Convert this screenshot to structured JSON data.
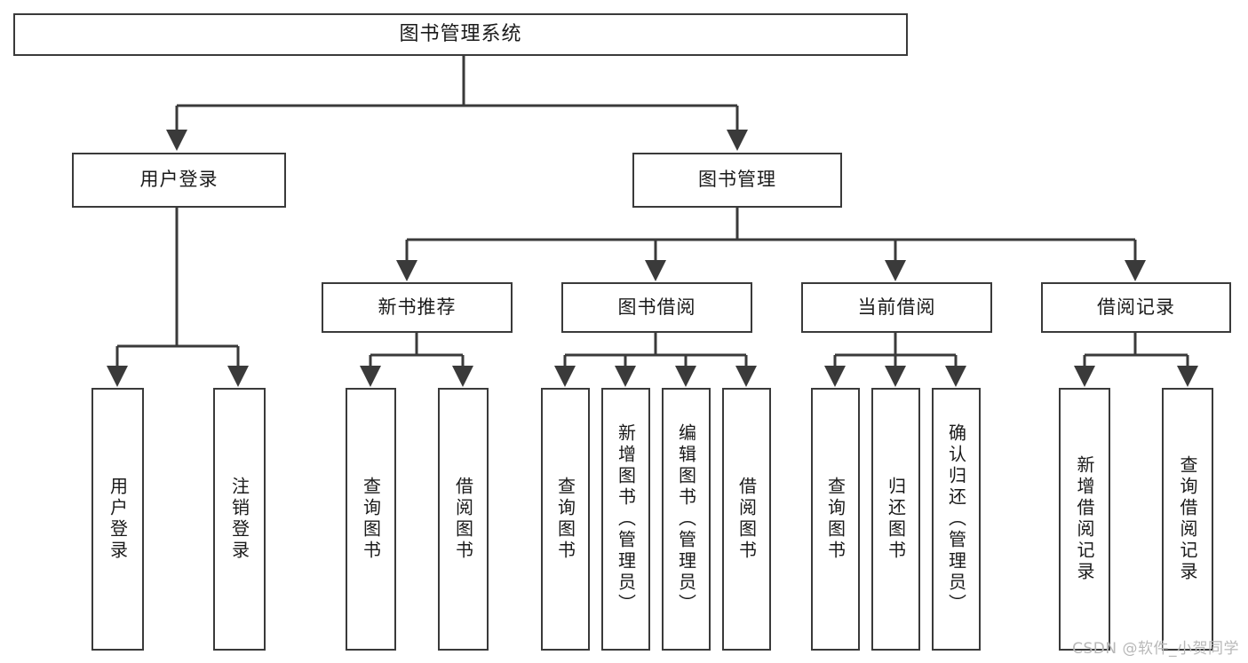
{
  "diagram": {
    "title": "图书管理系统",
    "watermark": "CSDN @软件_小贺同学",
    "colors": {
      "background": "#ffffff",
      "node_fill": "#ffffff",
      "node_stroke": "#3a3a3a",
      "edge_stroke": "#3a3a3a",
      "text": "#1a1a1a",
      "watermark": "#b8b8b8"
    },
    "root": {
      "label": "图书管理系统"
    },
    "level2": [
      {
        "label": "用户登录"
      },
      {
        "label": "图书管理"
      }
    ],
    "level3": [
      {
        "label": "新书推荐"
      },
      {
        "label": "图书借阅"
      },
      {
        "label": "当前借阅"
      },
      {
        "label": "借阅记录"
      }
    ],
    "leaves": {
      "user_login": [
        {
          "label": "用户登录"
        },
        {
          "label": "注销登录"
        }
      ],
      "new_book_recommend": [
        {
          "label": "查询图书"
        },
        {
          "label": "借阅图书"
        }
      ],
      "book_borrow": [
        {
          "label": "查询图书"
        },
        {
          "label": "新增图书（管理员）"
        },
        {
          "label": "编辑图书（管理员）"
        },
        {
          "label": "借阅图书"
        }
      ],
      "current_borrow": [
        {
          "label": "查询图书"
        },
        {
          "label": "归还图书"
        },
        {
          "label": "确认归还（管理员）"
        }
      ],
      "borrow_record": [
        {
          "label": "新增借阅记录"
        },
        {
          "label": "查询借阅记录"
        }
      ]
    }
  }
}
